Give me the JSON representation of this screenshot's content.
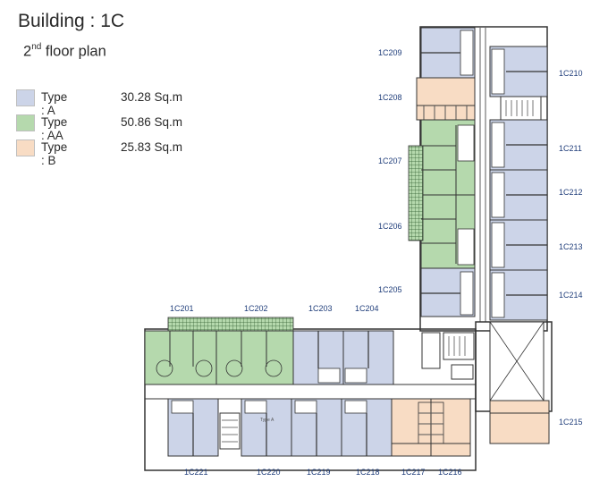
{
  "header": {
    "title": "Building : 1C",
    "subtitle_num": "2",
    "subtitle_sup": "nd",
    "subtitle_rest": " floor plan"
  },
  "legend": [
    {
      "type": "Type : A",
      "area": "30.28  Sq.m",
      "color": "#ccd4e8"
    },
    {
      "type": "Type : AA",
      "area": "50.86  Sq.m",
      "color": "#b5d9ad"
    },
    {
      "type": "Type : B",
      "area": "25.83  Sq.m",
      "color": "#f8dcc4"
    }
  ],
  "colors": {
    "type_a": "#ccd4e8",
    "type_aa": "#b5d9ad",
    "type_b": "#f8dcc4",
    "wall": "#333333",
    "label": "#1f3d7a"
  },
  "units": {
    "u1C209": "1C209",
    "u1C210": "1C210",
    "u1C208": "1C208",
    "u1C207": "1C207",
    "u1C211": "1C211",
    "u1C212": "1C212",
    "u1C206": "1C206",
    "u1C213": "1C213",
    "u1C205": "1C205",
    "u1C214": "1C214",
    "u1C201": "1C201",
    "u1C202": "1C202",
    "u1C203": "1C203",
    "u1C204": "1C204",
    "u1C215": "1C215",
    "u1C221": "1C221",
    "u1C220": "1C220",
    "u1C219": "1C219",
    "u1C218": "1C218",
    "u1C217": "1C217",
    "u1C216": "1C216"
  },
  "notes": {
    "type_a_small": "Type A"
  }
}
